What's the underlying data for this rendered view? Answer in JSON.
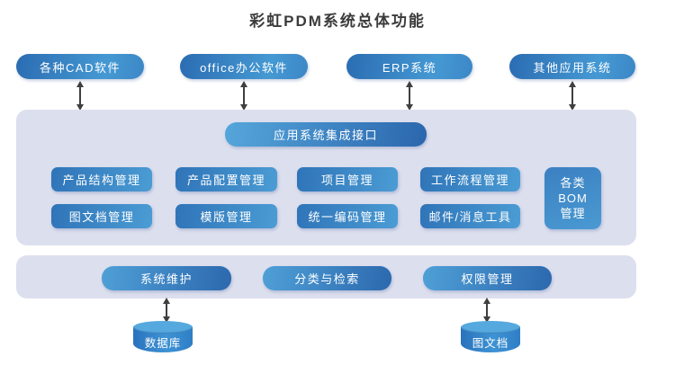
{
  "title": "彩虹PDM系统总体功能",
  "colors": {
    "node_blue_dark": "#2b6cb2",
    "node_blue_light": "#4599d3",
    "layer_background": "#dcdfee",
    "arrow": "#3f3f3f",
    "text_on_node": "#ffffff"
  },
  "external_systems": [
    {
      "label": "各种CAD软件"
    },
    {
      "label": "office办公软件"
    },
    {
      "label": "ERP系统"
    },
    {
      "label": "其他应用系统"
    }
  ],
  "integration_layer": {
    "interface_label": "应用系统集成接口",
    "modules_row1": [
      {
        "label": "产品结构管理"
      },
      {
        "label": "产品配置管理"
      },
      {
        "label": "项目管理"
      },
      {
        "label": "工作流程管理"
      }
    ],
    "modules_row2": [
      {
        "label": "图文档管理"
      },
      {
        "label": "模版管理"
      },
      {
        "label": "统一编码管理"
      },
      {
        "label": "邮件/消息工具"
      }
    ],
    "bom_module": {
      "lines": [
        "各类",
        "BOM",
        "管理"
      ]
    }
  },
  "service_layer": [
    {
      "label": "系统维护"
    },
    {
      "label": "分类与检索"
    },
    {
      "label": "权限管理"
    }
  ],
  "storages": [
    {
      "label": "数据库"
    },
    {
      "label": "图文档"
    }
  ]
}
